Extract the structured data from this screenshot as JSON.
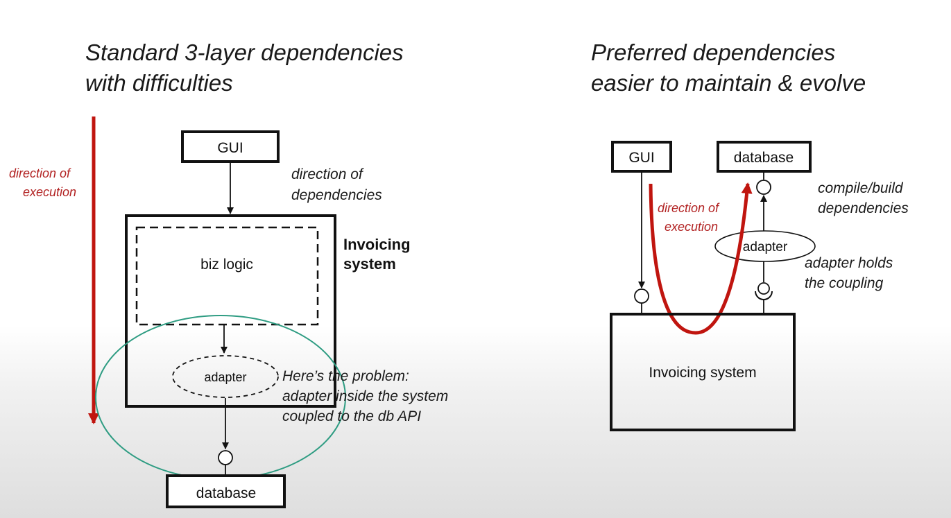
{
  "left_panel": {
    "title_line1": "Standard 3-layer dependencies",
    "title_line2": "with difficulties",
    "exec_label_line1": "direction of",
    "exec_label_line2": "execution",
    "gui_label": "GUI",
    "dep_label_line1": "direction of",
    "dep_label_line2": "dependencies",
    "system_label_line1": "Invoicing",
    "system_label_line2": "system",
    "biz_logic_label": "biz logic",
    "adapter_label": "adapter",
    "problem_line1": "Here’s the problem:",
    "problem_line2": "adapter inside the system",
    "problem_line3": "coupled to the db API",
    "database_label": "database"
  },
  "right_panel": {
    "title_line1": "Preferred dependencies",
    "title_line2": "easier to maintain & evolve",
    "gui_label": "GUI",
    "database_label": "database",
    "build_label_line1": "compile/build",
    "build_label_line2": "dependencies",
    "exec_label_line1": "direction of",
    "exec_label_line2": "execution",
    "adapter_label": "adapter",
    "coupling_line1": "adapter holds",
    "coupling_line2": "the coupling",
    "system_label": "Invoicing system"
  },
  "colors": {
    "execution_arrow": "#c0150f",
    "problem_ellipse": "#2e9c82",
    "ink": "#111111"
  }
}
